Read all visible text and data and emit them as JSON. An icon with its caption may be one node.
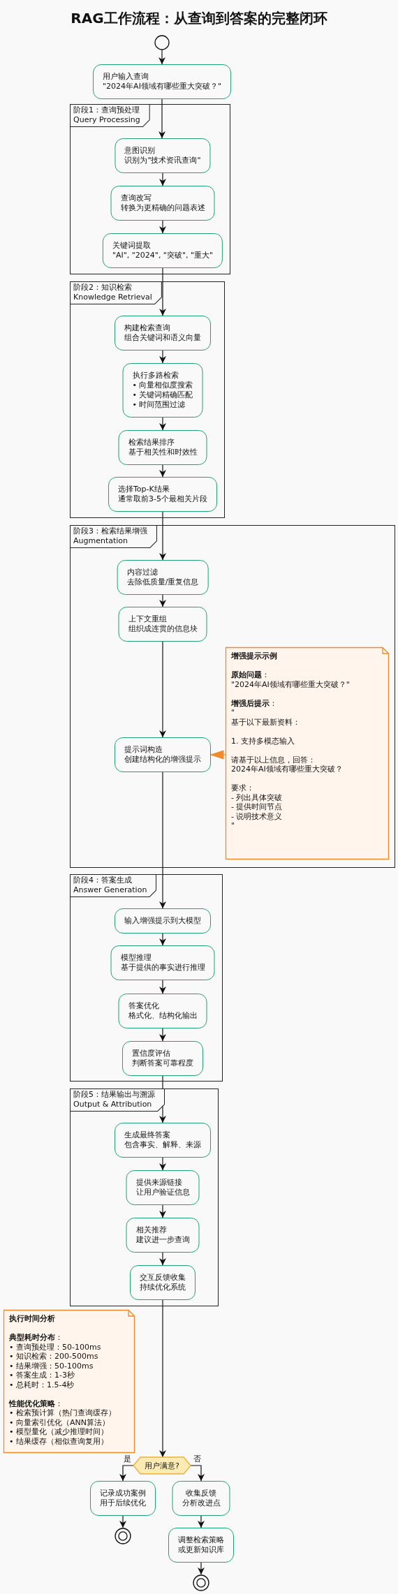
{
  "diagram": {
    "title": "RAG工作流程：从查询到答案的完整闭环",
    "nodes": [
      {
        "text": [],
        "shape": "circle"
      },
      {
        "text": [
          "用户输入查询",
          "\"2024年AI领域有哪些重大突破？\""
        ]
      },
      {
        "text": [
          "阶段1：查询预处理",
          "Query Processing"
        ]
      },
      {
        "text": [
          "意图识别",
          "识别为\"技术资讯查询\""
        ],
        "in": 2
      },
      {
        "text": [
          "查询改写",
          "转换为更精确的问题表述"
        ],
        "in": 2
      },
      {
        "text": [
          "关键词提取",
          "\"AI\", \"2024\", \"突破\", \"重大\""
        ],
        "in": 2
      },
      {
        "text": [
          "阶段2：知识检索",
          "Knowledge Retrieval"
        ]
      },
      {
        "text": [
          "构建检索查询",
          "组合关键词和语义向量"
        ],
        "in": 6
      },
      {
        "text": [
          "执行多路检索",
          "• 向量相似度搜索",
          "• 关键词精确匹配",
          "• 时间范围过滤"
        ],
        "in": 6
      },
      {
        "text": [
          "检索结果排序",
          "基于相关性和时效性"
        ],
        "in": 6
      },
      {
        "text": [
          "选择Top-K结果",
          "通常取前3-5个最相关片段"
        ],
        "in": 6
      },
      {
        "text": [
          "阶段3：检索结果增强",
          "Augmentation"
        ]
      },
      {
        "text": [
          "内容过滤",
          "去除低质量/重复信息"
        ],
        "in": 11
      },
      {
        "text": [
          "上下文重组",
          "组织成连贯的信息块"
        ],
        "in": 11
      },
      {
        "text": [
          "提示词构造",
          "创建结构化的增强提示"
        ],
        "in": 11
      },
      {
        "text": [
          "增强提示示例",
          "**原始问题**：",
          "\"2024年AI领域有哪些重大突破？\"",
          "**增强后提示**：",
          "\"",
          "基于以下最新资料：",
          "1. 支持多模态输入",
          "请基于以上信息，回答：",
          "2024年AI领域有哪些重大突破？",
          "要求：",
          "- 列出具体突破",
          "- 提供时间节点",
          "- 说明技术意义",
          "\""
        ],
        "in": 11
      },
      {
        "text": [
          "阶段4：答案生成",
          "Answer Generation"
        ]
      },
      {
        "text": [
          "输入增强提示到大模型"
        ],
        "in": 16
      },
      {
        "text": [
          "模型推理",
          "基于提供的事实进行推理"
        ],
        "in": 16
      },
      {
        "text": [
          "答案优化",
          "格式化、结构化输出"
        ],
        "in": 16
      },
      {
        "text": [
          "置信度评估",
          "判断答案可靠程度"
        ],
        "in": 16
      },
      {
        "text": [
          "阶段5：结果输出与溯源",
          "Output & Attribution"
        ]
      },
      {
        "text": [
          "生成最终答案",
          "包含事实、解释、来源"
        ],
        "in": 21
      },
      {
        "text": [
          "提供来源链接",
          "让用户验证信息"
        ],
        "in": 21
      },
      {
        "text": [
          "相关推荐",
          "建议进一步查询"
        ],
        "in": 21
      },
      {
        "text": [
          "交互反馈收集",
          "持续优化系统"
        ],
        "in": 21
      },
      {
        "text": [
          "执行时间分析",
          "**典型耗时分布**：",
          "• 查询预处理：50-100ms",
          "• 知识检索：200-500ms",
          "• 结果增强：50-100ms",
          "• 答案生成：1-3秒",
          "• 总耗时：1.5-4秒",
          "**性能优化策略**：",
          "• 检索预计算（热门查询缓存）",
          "• 向量索引优化（ANN算法）",
          "• 模型量化（减少推理时间）",
          "• 结果缓存（相似查询复用）"
        ]
      },
      {
        "text": [
          "用户满意?"
        ]
      },
      {
        "text": [
          "记录成功案例",
          "用于后续优化"
        ]
      },
      {
        "text": [
          "收集反馈",
          "分析改进点"
        ]
      },
      {
        "text": [],
        "shape": "bullseye"
      },
      {
        "text": [
          "调整检索策略",
          "或更新知识库"
        ]
      },
      {
        "text": [],
        "shape": "bullseye"
      }
    ],
    "edges": [
      {
        "from": 0,
        "to": 1,
        "arrow": "to"
      },
      {
        "from": 1,
        "to": 3,
        "arrow": "to"
      },
      {
        "from": 3,
        "to": 4,
        "arrow": "to"
      },
      {
        "from": 4,
        "to": 5,
        "arrow": "to"
      },
      {
        "from": 5,
        "to": 7,
        "arrow": "to"
      },
      {
        "from": 7,
        "to": 8,
        "arrow": "to"
      },
      {
        "from": 8,
        "to": 9,
        "arrow": "to"
      },
      {
        "from": 9,
        "to": 10,
        "arrow": "to"
      },
      {
        "from": 10,
        "to": 12,
        "arrow": "to"
      },
      {
        "from": 12,
        "to": 13,
        "arrow": "to"
      },
      {
        "from": 13,
        "to": 14,
        "arrow": "to"
      },
      {
        "from": 15,
        "to": 14,
        "arrow": "to",
        "color": "#f08a2c"
      },
      {
        "from": 14,
        "to": 17,
        "arrow": "to"
      },
      {
        "from": 17,
        "to": 18,
        "arrow": "to"
      },
      {
        "from": 18,
        "to": 19,
        "arrow": "to"
      },
      {
        "from": 19,
        "to": 20,
        "arrow": "to"
      },
      {
        "from": 20,
        "to": 22,
        "arrow": "to"
      },
      {
        "from": 22,
        "to": 23,
        "arrow": "to"
      },
      {
        "from": 23,
        "to": 24,
        "arrow": "to"
      },
      {
        "from": 24,
        "to": 25,
        "arrow": "to"
      },
      {
        "from": 25,
        "to": 27,
        "arrow": "to"
      },
      {
        "from": 27,
        "to": 28,
        "arrow": "to",
        "label": "是"
      },
      {
        "from": 27,
        "to": 29,
        "arrow": "to",
        "label": "否"
      },
      {
        "from": 28,
        "to": 30,
        "arrow": "to"
      },
      {
        "from": 29,
        "to": 31,
        "arrow": "to"
      },
      {
        "from": 31,
        "to": 32,
        "arrow": "to"
      }
    ]
  }
}
